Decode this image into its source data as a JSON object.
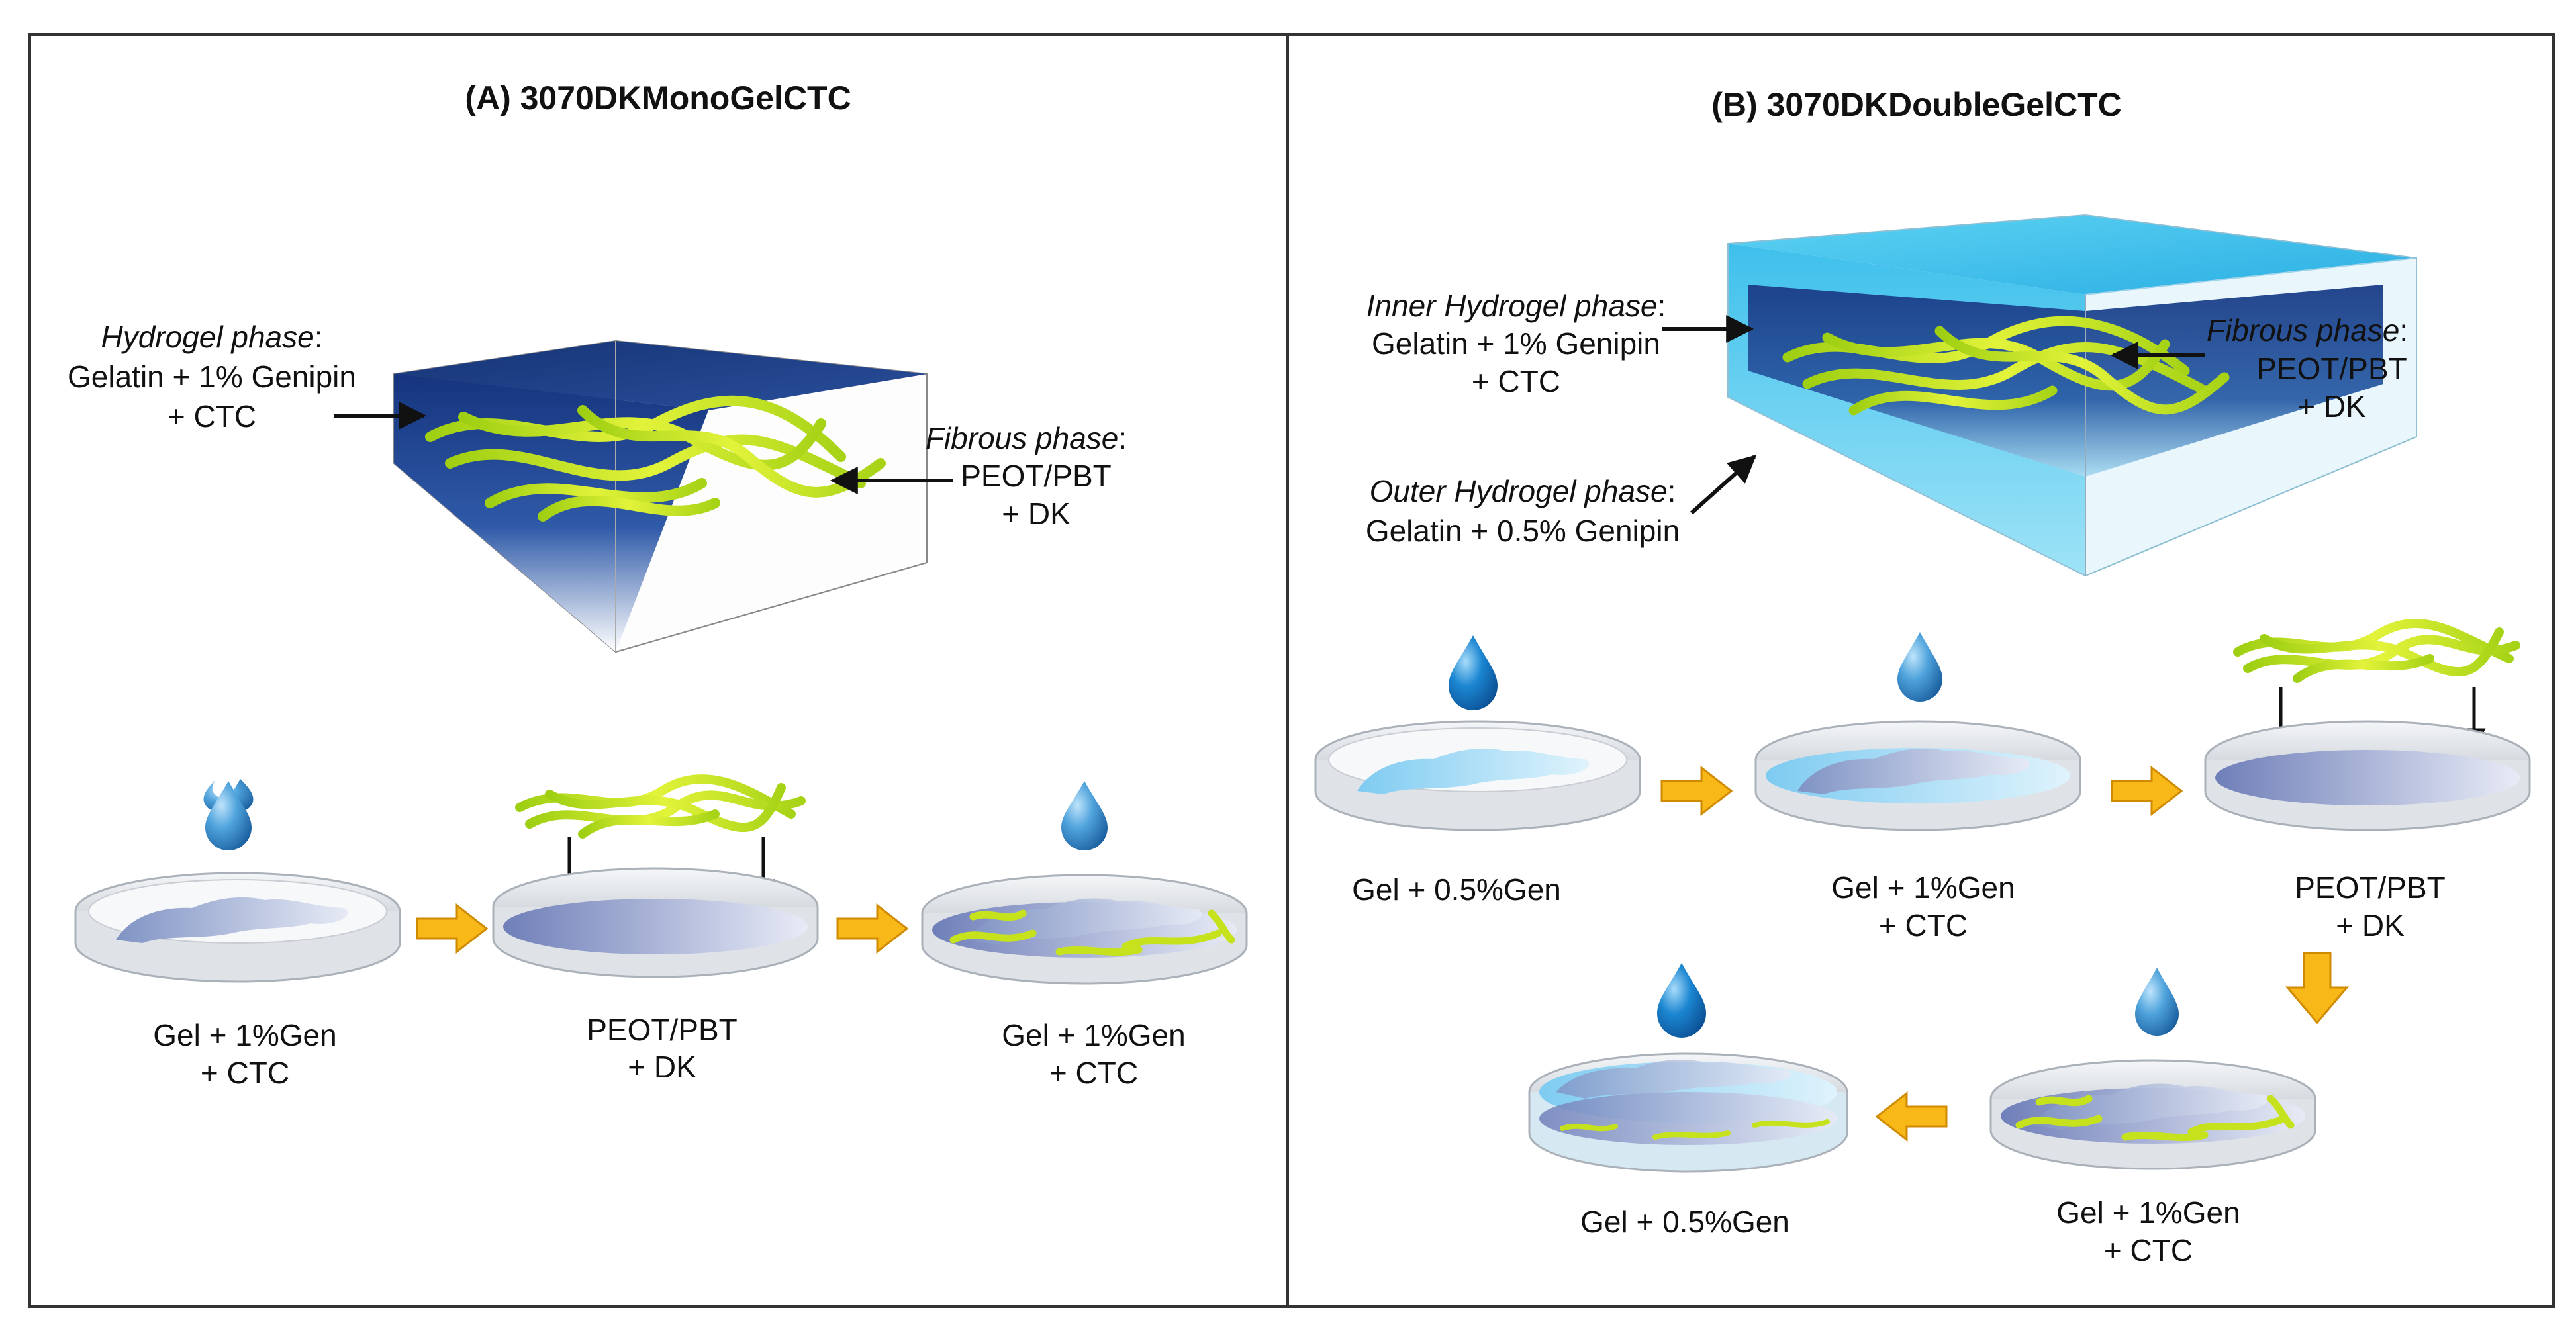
{
  "panel_a": {
    "title": "(A) 3070DKMonoGelCTC",
    "hydrogel": {
      "name": "Hydrogel phase",
      "colon": ":",
      "line2": "Gelatin + 1% Genipin",
      "line3": "+ CTC"
    },
    "fibrous": {
      "name": "Fibrous phase",
      "colon": ":",
      "line2": "PEOT/PBT",
      "line3": "+ DK"
    },
    "steps": [
      {
        "line1": "Gel + 1%Gen",
        "line2": "+ CTC"
      },
      {
        "line1": "PEOT/PBT",
        "line2": "+ DK"
      },
      {
        "line1": "Gel + 1%Gen",
        "line2": "+ CTC"
      }
    ]
  },
  "panel_b": {
    "title": "(B) 3070DKDoubleGelCTC",
    "inner": {
      "name": "Inner Hydrogel phase",
      "colon": ":",
      "line2": "Gelatin + 1% Genipin",
      "line3": "+ CTC"
    },
    "fibrous": {
      "name": "Fibrous phase",
      "colon": ":",
      "line2": "PEOT/PBT",
      "line3": "+ DK"
    },
    "outer": {
      "name": "Outer Hydrogel phase",
      "colon": ":",
      "line2": "Gelatin + 0.5% Genipin"
    },
    "steps": [
      {
        "line1": "Gel + 0.5%Gen"
      },
      {
        "line1": "Gel + 1%Gen",
        "line2": "+ CTC"
      },
      {
        "line1": "PEOT/PBT",
        "line2": "+ DK"
      },
      {
        "line1": "Gel + 1%Gen",
        "line2": "+ CTC"
      },
      {
        "line1": "Gel + 0.5%Gen"
      }
    ]
  },
  "colors": {
    "hydrogel_dark": "#1b3f8a",
    "hydrogel_light": "#38bde8",
    "fiber": "#c6e21c",
    "arrow_fill": "#f8b818",
    "drop": "#2b7fc3"
  }
}
